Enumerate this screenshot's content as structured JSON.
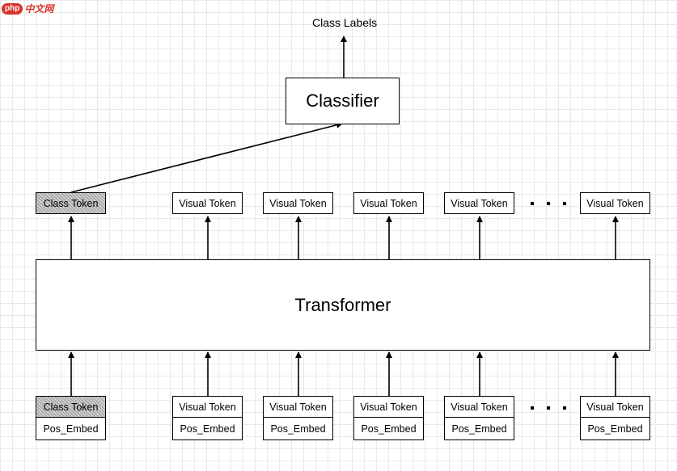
{
  "watermark": {
    "badge": "php",
    "text": "中文网"
  },
  "diagram": {
    "output_label": "Class Labels",
    "classifier_label": "Classifier",
    "transformer_label": "Transformer",
    "class_token_label": "Class Token",
    "visual_token_label": "Visual Token",
    "pos_embed_label": "Pos_Embed",
    "visual_token_count_shown": 5
  },
  "colors": {
    "line": "#000000",
    "grid": "#e9e9e9",
    "class_token_fill": "#cfcfcf",
    "watermark": "#d9342b"
  }
}
